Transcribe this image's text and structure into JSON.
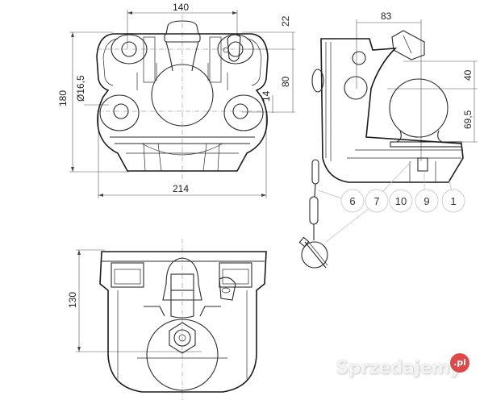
{
  "drawing": {
    "subject": "trailer ball coupling hitch technical drawing",
    "views": [
      "front-view",
      "side-view",
      "bottom-view"
    ]
  },
  "dimensions": {
    "front": {
      "width_top": "140",
      "height_total": "180",
      "hole_diameter": "Ø16,5",
      "width_bottom": "214",
      "top_offset": "22",
      "mid_height": "80",
      "small_offset": "14"
    },
    "side": {
      "depth": "83",
      "ball_height": "40",
      "ball_center_height": "69,5"
    },
    "bottom": {
      "height": "130"
    }
  },
  "callouts": [
    {
      "label": "6"
    },
    {
      "label": "7"
    },
    {
      "label": "10"
    },
    {
      "label": "9"
    },
    {
      "label": "1"
    }
  ],
  "watermark": {
    "text": "Sprzedajemy",
    "badge": ".pl",
    "badge_color": "#e04848"
  }
}
